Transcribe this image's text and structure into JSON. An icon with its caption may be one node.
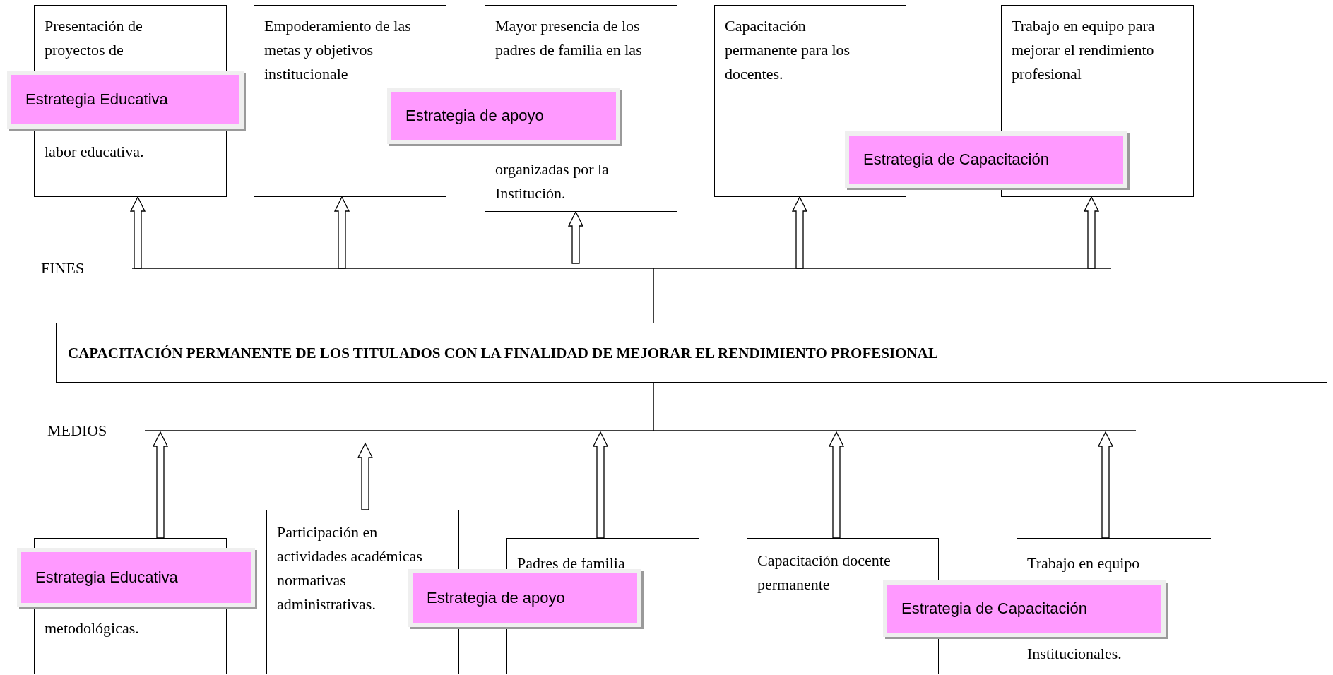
{
  "diagram": {
    "nodes": [
      {
        "text": [
          "Presentación de proyectos de",
          "labor educativa."
        ]
      },
      {
        "text": [
          "Empoderamiento de las metas y objetivos institucionale"
        ]
      },
      {
        "text": [
          "Mayor presencia de los padres de familia en las",
          "organizadas por la Institución."
        ]
      },
      {
        "text": [
          "Capacitación permanente para los docentes."
        ]
      },
      {
        "text": [
          "Trabajo en equipo para mejorar el rendimiento profesional"
        ]
      },
      {
        "text": [
          "Estrategia Educativa"
        ]
      },
      {
        "text": [
          "Estrategia de apoyo"
        ]
      },
      {
        "text": [
          "Estrategia de Capacitación"
        ]
      },
      {
        "text": [
          "CAPACITACIÓN PERMANENTE DE LOS TITULADOS CON LA FINALIDAD DE MEJORAR EL RENDIMIENTO PROFESIONAL"
        ]
      },
      {
        "text": [
          "metodológicas."
        ]
      },
      {
        "text": [
          "Participación en actividades académicas normativas administrativas."
        ]
      },
      {
        "text": [
          "Padres de familia"
        ]
      },
      {
        "text": [
          "Capacitación docente permanente"
        ]
      },
      {
        "text": [
          "Trabajo en equipo",
          "Institucionales."
        ]
      },
      {
        "text": [
          "Estrategia Educativa"
        ]
      },
      {
        "text": [
          "Estrategia de apoyo"
        ]
      },
      {
        "text": [
          "Estrategia de Capacitación"
        ]
      }
    ],
    "edges": [
      {
        "from": null,
        "to": 0,
        "arrow": "to"
      },
      {
        "from": null,
        "to": 1,
        "arrow": "to"
      },
      {
        "from": null,
        "to": 2,
        "arrow": "to"
      },
      {
        "from": null,
        "to": 3,
        "arrow": "to"
      },
      {
        "from": null,
        "to": 4,
        "arrow": "to"
      },
      {
        "from": 8,
        "to": null,
        "arrow": "none"
      },
      {
        "from": 8,
        "to": null,
        "arrow": "none"
      },
      {
        "from": 9,
        "to": null,
        "arrow": "to"
      },
      {
        "from": 10,
        "to": null,
        "arrow": "to"
      },
      {
        "from": 11,
        "to": null,
        "arrow": "to"
      },
      {
        "from": 12,
        "to": null,
        "arrow": "to"
      },
      {
        "from": 13,
        "to": null,
        "arrow": "to"
      }
    ],
    "labels": [
      "FINES",
      "MEDIOS"
    ]
  }
}
